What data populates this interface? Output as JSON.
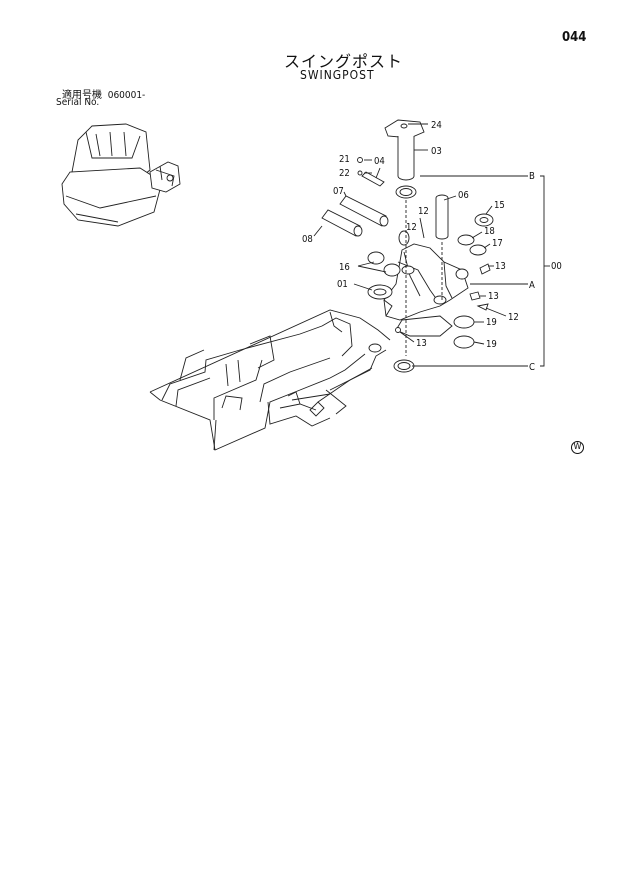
{
  "page_number": "044",
  "title_jp": "スイングポスト",
  "title_en": "SWINGPOST",
  "serial_label_jp": "適用号機",
  "serial_value": "060001-",
  "serial_label_en": "Serial No.",
  "watermark": "W",
  "part_labels": {
    "p24": "24",
    "p03": "03",
    "p21": "21",
    "p22": "22",
    "p04": "04",
    "p07": "07",
    "p08": "08",
    "p06": "06",
    "p12a": "12",
    "p15": "15",
    "p18": "18",
    "p17": "17",
    "p16": "16",
    "p13a": "13",
    "p01": "01",
    "p13b": "13",
    "p19a": "19",
    "p12b": "12",
    "p13c": "13",
    "p19b": "19",
    "pB": "B",
    "pA": "A",
    "pC": "C",
    "p00": "00"
  }
}
